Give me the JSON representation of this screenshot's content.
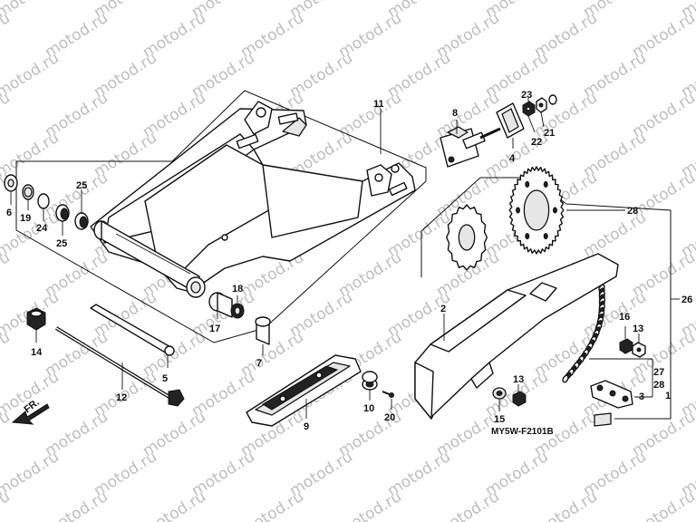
{
  "watermark": "motod.ru",
  "diagram_code": "MY5W-F2101B",
  "front_label": "FR.",
  "callouts": {
    "c1": "1",
    "c2": "2",
    "c3": "3",
    "c4": "4",
    "c5": "5",
    "c6": "6",
    "c7": "7",
    "c8": "8",
    "c9": "9",
    "c10": "10",
    "c11": "11",
    "c12": "12",
    "c13a": "13",
    "c13b": "13",
    "c14": "14",
    "c15": "15",
    "c16": "16",
    "c17": "17",
    "c18": "18",
    "c19": "19",
    "c20": "20",
    "c21": "21",
    "c22": "22",
    "c23": "23",
    "c24": "24",
    "c25a": "25",
    "c25b": "25",
    "c26": "26",
    "c27": "27",
    "c28a": "28",
    "c28b": "28"
  },
  "colors": {
    "line": "#111111",
    "watermark": "#8a8a8a",
    "background": "#ffffff"
  },
  "icons": {
    "front_arrow": "arrow-down-left-icon"
  }
}
